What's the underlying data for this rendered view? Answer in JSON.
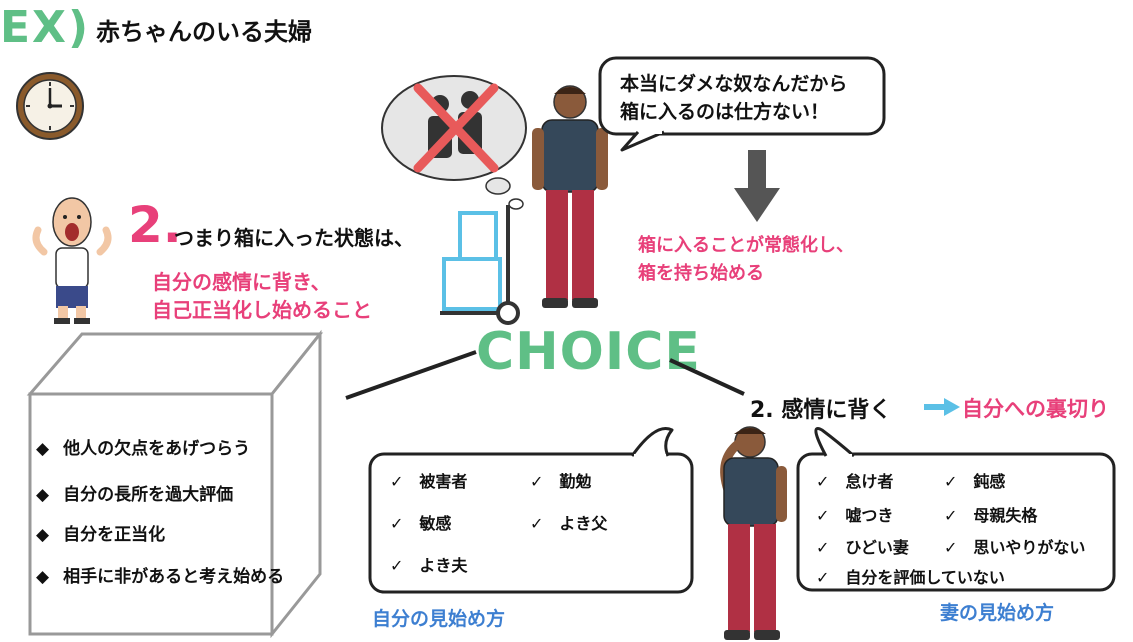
{
  "header": {
    "ex_label": "EX)",
    "title": "赤ちゃんのいる夫婦"
  },
  "point": {
    "number": "2.",
    "text": "つまり箱に入った状態は、",
    "sub_line1": "自分の感情に背き、",
    "sub_line2": "自己正当化し始めること"
  },
  "speech_top": {
    "line1": "本当にダメな奴なんだから",
    "line2": "箱に入るのは仕方ない！"
  },
  "result_top": {
    "line1": "箱に入ることが常態化し、",
    "line2": "箱を持ち始める"
  },
  "choice": {
    "label": "CHOICE"
  },
  "branch": {
    "label": "2. 感情に背く",
    "result": "自分への裏切り"
  },
  "box_behaviors": {
    "marker": "◆",
    "items": [
      "他人の欠点をあげつらう",
      "自分の長所を過大評価",
      "自分を正当化",
      "相手に非があると考え始める"
    ]
  },
  "self_view": {
    "check": "✓",
    "items": [
      "被害者",
      "勤勉",
      "敏感",
      "よき父",
      "よき夫"
    ],
    "caption": "自分の見始め方"
  },
  "wife_view": {
    "check": "✓",
    "items": [
      "怠け者",
      "鈍感",
      "嘘つき",
      "母親失格",
      "ひどい妻",
      "思いやりがない",
      "自分を評価していない"
    ],
    "caption": "妻の見始め方"
  },
  "colors": {
    "green": "#5fbf86",
    "pink": "#e8407a",
    "blue": "#3d7fd1",
    "light_blue": "#5bc0e6"
  },
  "icons": [
    "clock-icon",
    "thought-bubble",
    "couple-icon",
    "cross-icon",
    "hand-truck",
    "down-arrow-icon",
    "right-arrow-icon"
  ]
}
